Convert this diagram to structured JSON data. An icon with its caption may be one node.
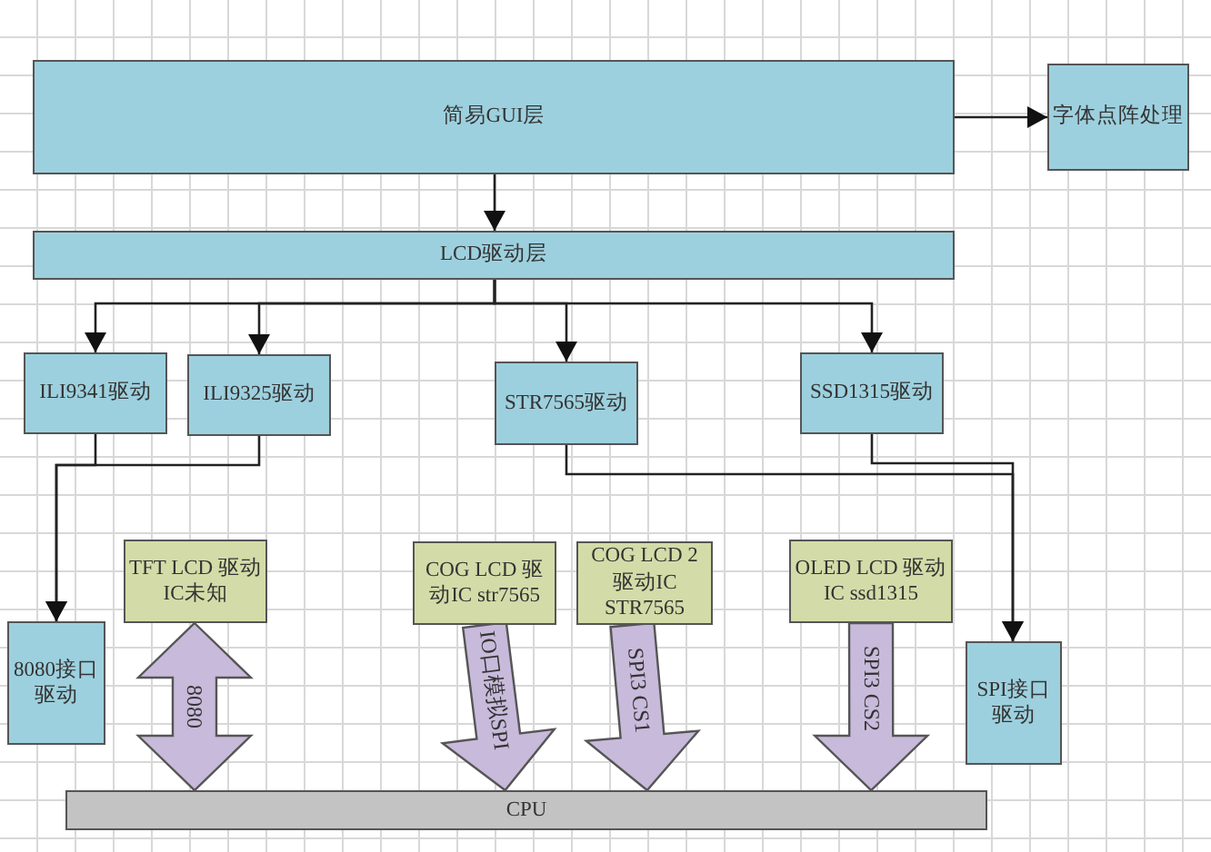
{
  "diagram": {
    "nodes": [
      {
        "text": [
          "简易GUI层"
        ]
      },
      {
        "text": [
          "字体点阵处理"
        ]
      },
      {
        "text": [
          "LCD驱动层"
        ]
      },
      {
        "text": [
          "ILI9341驱动"
        ]
      },
      {
        "text": [
          "ILI9325驱动"
        ]
      },
      {
        "text": [
          "STR7565驱动"
        ]
      },
      {
        "text": [
          "SSD1315驱动"
        ]
      },
      {
        "text": [
          "TFT LCD 驱动IC未知"
        ]
      },
      {
        "text": [
          "COG LCD 驱动IC str7565"
        ]
      },
      {
        "text": [
          "COG LCD 2 驱动IC STR7565"
        ]
      },
      {
        "text": [
          "OLED LCD 驱动IC ssd1315"
        ]
      },
      {
        "text": [
          "8080接口驱动"
        ]
      },
      {
        "text": [
          "SPI接口驱动"
        ]
      },
      {
        "text": [
          "CPU"
        ]
      }
    ],
    "edges": [
      {
        "from": 0,
        "to": 1,
        "arrow": "to"
      },
      {
        "from": 0,
        "to": 2,
        "arrow": "to"
      },
      {
        "from": 2,
        "to": 3,
        "arrow": "to"
      },
      {
        "from": 2,
        "to": 4,
        "arrow": "to"
      },
      {
        "from": 2,
        "to": 5,
        "arrow": "to"
      },
      {
        "from": 2,
        "to": 6,
        "arrow": "to"
      },
      {
        "from": 3,
        "to": 11,
        "arrow": "to"
      },
      {
        "from": 4,
        "to": 11,
        "arrow": "to"
      },
      {
        "from": 5,
        "to": 12,
        "arrow": "to"
      },
      {
        "from": 6,
        "to": 12,
        "arrow": "to"
      },
      {
        "from": 7,
        "to": 13,
        "arrow": "both",
        "label": "8080",
        "style": "thick",
        "color": "#c8badb"
      },
      {
        "from": 8,
        "to": 13,
        "arrow": "to",
        "label": "IO口模拟SPI",
        "style": "thick",
        "color": "#c8badb"
      },
      {
        "from": 9,
        "to": 13,
        "arrow": "to",
        "label": "SPI3 CS1",
        "style": "thick",
        "color": "#c8badb"
      },
      {
        "from": 10,
        "to": 13,
        "arrow": "to",
        "label": "SPI3 CS2",
        "style": "thick",
        "color": "#c8badb"
      }
    ]
  }
}
